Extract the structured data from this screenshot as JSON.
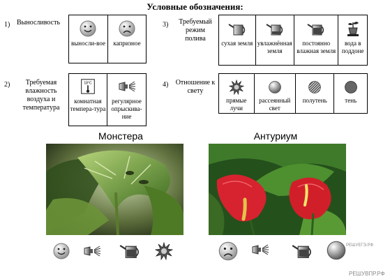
{
  "title": "Условные обозначения:",
  "legend": {
    "endurance": {
      "number": "1)",
      "label": "Выносливость",
      "items": [
        {
          "icon": "smiley-happy-icon",
          "caption": "выносли-вое"
        },
        {
          "icon": "smiley-sad-icon",
          "caption": "капризное"
        }
      ]
    },
    "watering": {
      "number": "3)",
      "label": "Требуемый режим полива",
      "items": [
        {
          "icon": "watering-can-dry-icon",
          "caption": "сухая земля"
        },
        {
          "icon": "watering-can-moist-icon",
          "caption": "увлажнённая земля"
        },
        {
          "icon": "watering-can-wet-icon",
          "caption": "постоянно влажная земля"
        },
        {
          "icon": "pot-tray-icon",
          "caption": "вода в поддоне"
        }
      ]
    },
    "humidity": {
      "number": "2)",
      "label": "Требуемая влажность воздуха и температура",
      "items": [
        {
          "icon": "thermometer-icon",
          "icon_text": "18°C",
          "caption": "комнатная темпера-тура"
        },
        {
          "icon": "sprayer-icon",
          "caption": "регулярное опрыскива-ние"
        }
      ]
    },
    "light": {
      "number": "4)",
      "label": "Отношение к свету",
      "items": [
        {
          "icon": "sun-burst-icon",
          "caption": "прямые лучи"
        },
        {
          "icon": "gradient-circle-icon",
          "caption": "рассеянный свет"
        },
        {
          "icon": "striped-circle-icon",
          "caption": "полутень"
        },
        {
          "icon": "dark-circle-icon",
          "caption": "тень"
        }
      ]
    }
  },
  "plants": [
    {
      "name": "Монстера",
      "icons": [
        "smiley-happy-icon",
        "sprayer-icon",
        "watering-can-wet-icon",
        "sun-burst-icon"
      ]
    },
    {
      "name": "Антуриум",
      "icons": [
        "smiley-sad-icon",
        "sprayer-icon",
        "watering-can-wet-icon",
        "gradient-circle-icon"
      ]
    }
  ],
  "watermarks": {
    "top": "РЕШУЕГЭ.РФ",
    "bottom": "РЕШУВПР.РФ"
  }
}
